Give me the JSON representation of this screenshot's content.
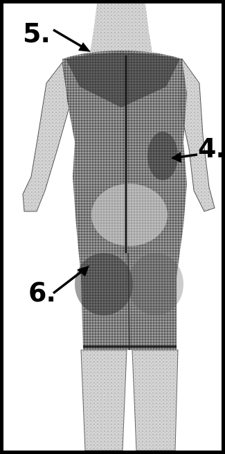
{
  "labels": {
    "five": "5.",
    "four": "4.",
    "six": "6."
  },
  "colors": {
    "frame": "#000000",
    "marked_region": "#3a3a3a",
    "body_light": "#c8c8c8",
    "background": "#ffffff"
  }
}
